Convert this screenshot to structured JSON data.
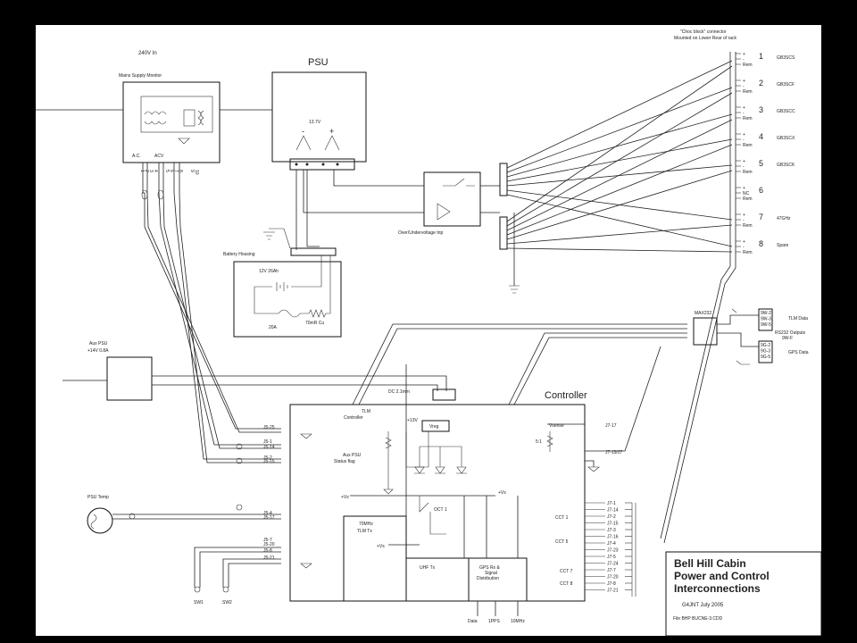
{
  "labels": {
    "mains_in": "240V In",
    "mains_monitor": "Mains Supply Monitor",
    "mains_ac": "A.C.",
    "mains_acv": "ACV",
    "psu": "PSU",
    "psu_voltage": "13.7V",
    "psu_minus": "-",
    "psu_plus": "+",
    "battery_housing": "Battery Housing",
    "battery": "12V 26Ah",
    "fuse": "20A",
    "resistor": "70mR Cu",
    "trip": "Over/Undervoltage trip",
    "chocblock_line1": "\"Choc block\" connector",
    "chocblock_line2": "Mounted on Lower Rear of rack",
    "aux_psu_line1": "Aux PSU",
    "aux_psu_line2": "+14V 0.8A",
    "dc_label": "DC 2.1mm",
    "controller": "Controller",
    "tlm_controller_line1": "TLM",
    "tlm_controller_line2": "Controller",
    "vreg": "Vreg",
    "plus13v": "+13V",
    "aux_status_line1": "Aux PSU",
    "aux_status_line2": "Status flag",
    "vs": "+Vs",
    "vs_right": "+Vs",
    "vsense": "Vsense",
    "ratio": "5:1",
    "tlm_tx_line1": "70MHz",
    "tlm_tx_line2": "TLM Tx",
    "vs_tx": "+Vs",
    "uhf_tx": "UHF Tx",
    "gps_line1": "GPS Rx &",
    "gps_line2": "Signal",
    "gps_line3": "Distribution",
    "cct1": "CCT 1",
    "cct5": "CCT 5",
    "cct7": "CCT 7",
    "cct8": "CCT 8",
    "cct1_small": "OCT 1",
    "max232": "MAX232",
    "tlm_data": "TLM Data",
    "rs232_line1": "RS232 Outputs",
    "rs232_line2": "9W-F",
    "gps_data": "GPS Data",
    "psu_temp": "PSU Temp",
    "sw1": "SW1",
    "sw2": "SW2",
    "out_data": "Data",
    "out_1pps": "1PPS",
    "out_10mhz": "10MHz",
    "title_line1": "Bell Hill Cabin",
    "title_line2": "Power and Control",
    "title_line3": "Interconnections",
    "author_date": "G4JNT     July 2005",
    "file": "File BHP BUCNE-3.CDD",
    "j17": "J7-17",
    "j19": "J7-19/J7"
  },
  "channels": [
    {
      "num": "1",
      "name": "GB3SCS"
    },
    {
      "num": "2",
      "name": "GB3SCF"
    },
    {
      "num": "3",
      "name": "GB3SCC"
    },
    {
      "num": "4",
      "name": "GB3SCX"
    },
    {
      "num": "5",
      "name": "GB3SCK"
    },
    {
      "num": "6",
      "name": ""
    },
    {
      "num": "7",
      "name": "47GHz"
    },
    {
      "num": "8",
      "name": "Spare"
    }
  ],
  "channel_row_labels": [
    "+",
    "-",
    "Rem"
  ],
  "channel_nc": "NC",
  "controller_pins_left": [
    "J5-25",
    "J5-1",
    "J5-14",
    "J5-2",
    "J5-15",
    "J5-4",
    "J5-17",
    "J5-7",
    "J5-20",
    "J5-8",
    "J5-21"
  ],
  "controller_pins_right": [
    "J7-1",
    "J7-14",
    "J7-2",
    "J7-15",
    "J7-3",
    "J7-16",
    "J7-4",
    "J7-23",
    "J7-5",
    "J7-24",
    "J7-7",
    "J7-20",
    "J7-8",
    "J7-21"
  ],
  "mains_pins": [
    "1",
    "2",
    "3",
    "4",
    "5",
    "6",
    "7",
    "8",
    "9",
    "10"
  ],
  "rs232_pins_top": [
    "9W-2",
    "9W-3",
    "9W-5"
  ],
  "rs232_pins_bottom": [
    "9G-2",
    "9G-3",
    "9G-5"
  ]
}
